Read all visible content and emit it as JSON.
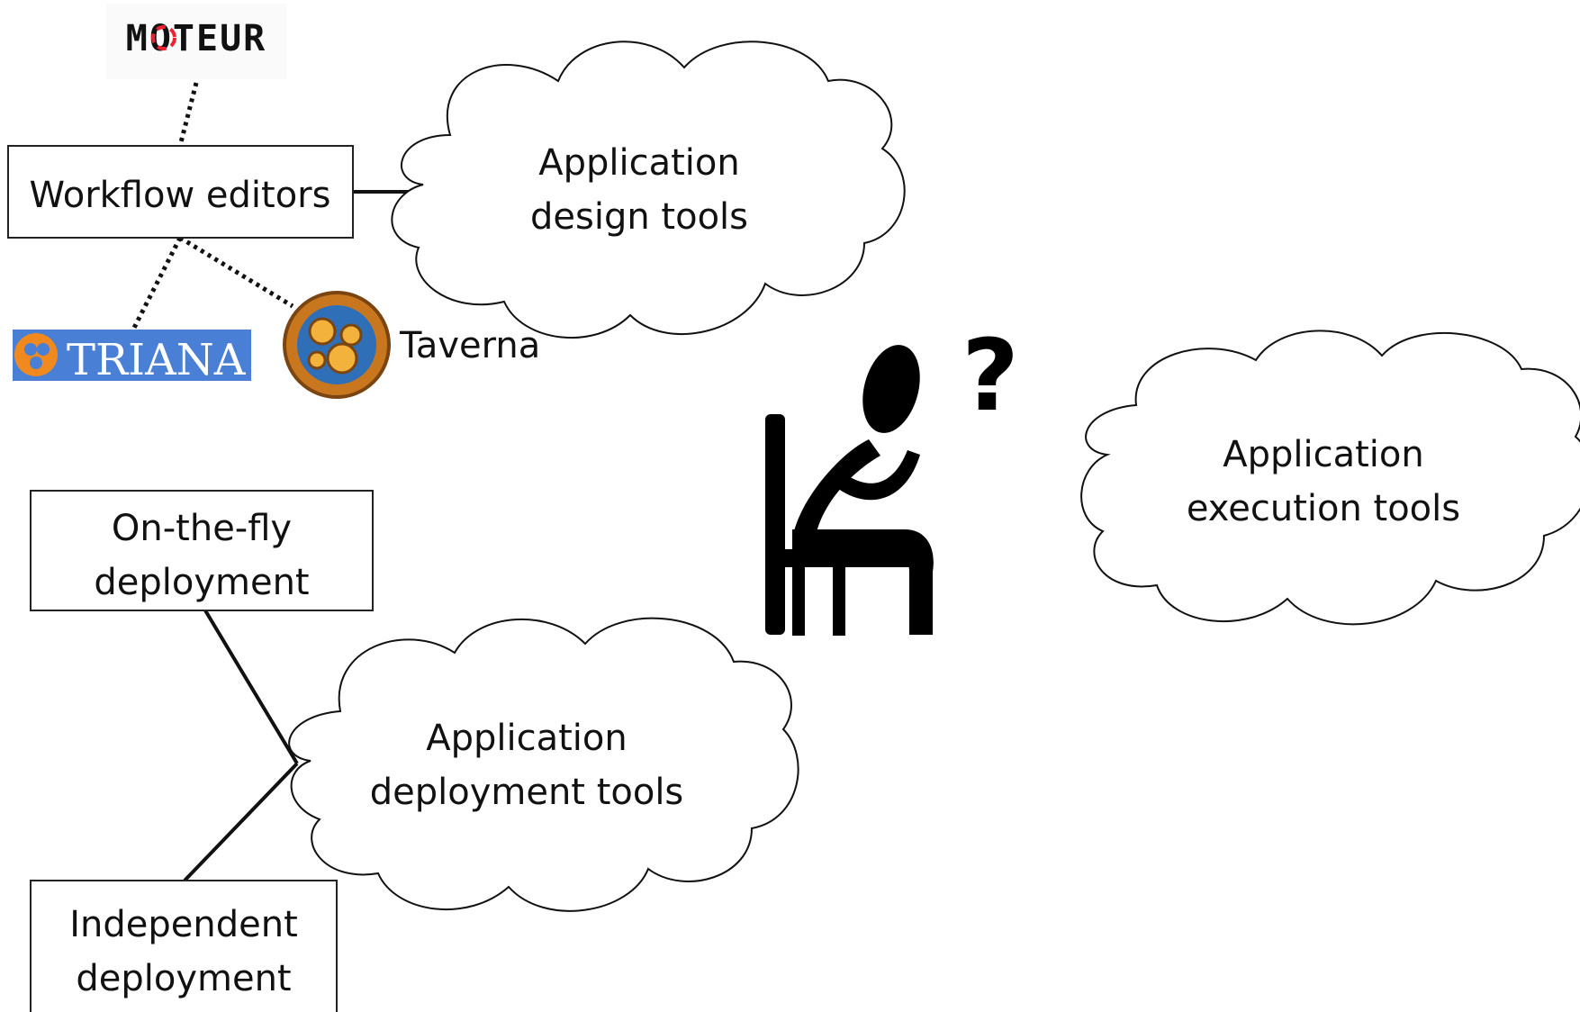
{
  "logos": {
    "moteur": "MOTEUR",
    "triana": "TRIANA",
    "taverna_label": "Taverna"
  },
  "boxes": {
    "workflow_editors": "Workflow editors",
    "on_the_fly": [
      "On-the-fly",
      "deployment"
    ],
    "independent": [
      "Independent",
      "deployment"
    ]
  },
  "clouds": {
    "design": [
      "Application",
      "design tools"
    ],
    "execution": [
      "Application",
      "execution tools"
    ],
    "deployment": [
      "Application",
      "deployment tools"
    ]
  },
  "figure": {
    "question_mark": "?"
  },
  "colors": {
    "triana_bg": "#4a7fd6",
    "triana_circles": "#f08a1e",
    "taverna_ring": "#c9771e",
    "taverna_inner": "#2e6fb8"
  }
}
